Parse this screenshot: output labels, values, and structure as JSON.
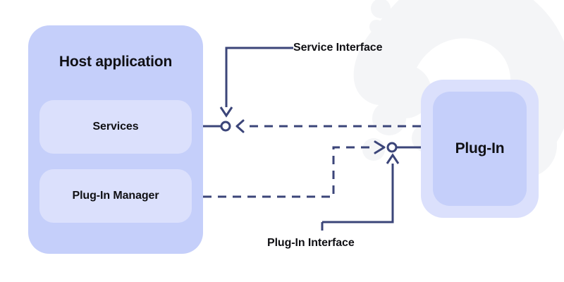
{
  "diagram": {
    "title": "Plug-In architecture component diagram",
    "background_color": "#ffffff",
    "line_color": "#3b4579",
    "text_color": "#101014"
  },
  "host": {
    "title": "Host application",
    "fill": "#c5cffa",
    "cards": [
      {
        "label": "Services",
        "fill": "#dbe0fc"
      },
      {
        "label": "Plug-In Manager",
        "fill": "#dbe0fc"
      }
    ]
  },
  "plugin": {
    "label": "Plug-In",
    "outer_fill": "#dbe0fc",
    "inner_fill": "#c5cffa"
  },
  "labels": {
    "service_interface": "Service Interface",
    "plugin_interface": "Plug-In Interface"
  },
  "connectors": [
    {
      "name": "service-interface-provided",
      "from": "Services",
      "to": "Service Interface ball",
      "style": "solid",
      "notation": "provided-interface-ball"
    },
    {
      "name": "service-interface-required",
      "from": "Plug-In",
      "to": "Service Interface socket",
      "style": "dashed",
      "notation": "required-interface-socket",
      "arrow": "left"
    },
    {
      "name": "plugin-interface-provided",
      "from": "Plug-In",
      "to": "Plug-In Interface ball",
      "style": "solid",
      "notation": "provided-interface-ball"
    },
    {
      "name": "plugin-interface-required",
      "from": "Plug-In Manager",
      "to": "Plug-In Interface",
      "style": "dashed",
      "notation": "dependency",
      "arrow": "right"
    }
  ]
}
